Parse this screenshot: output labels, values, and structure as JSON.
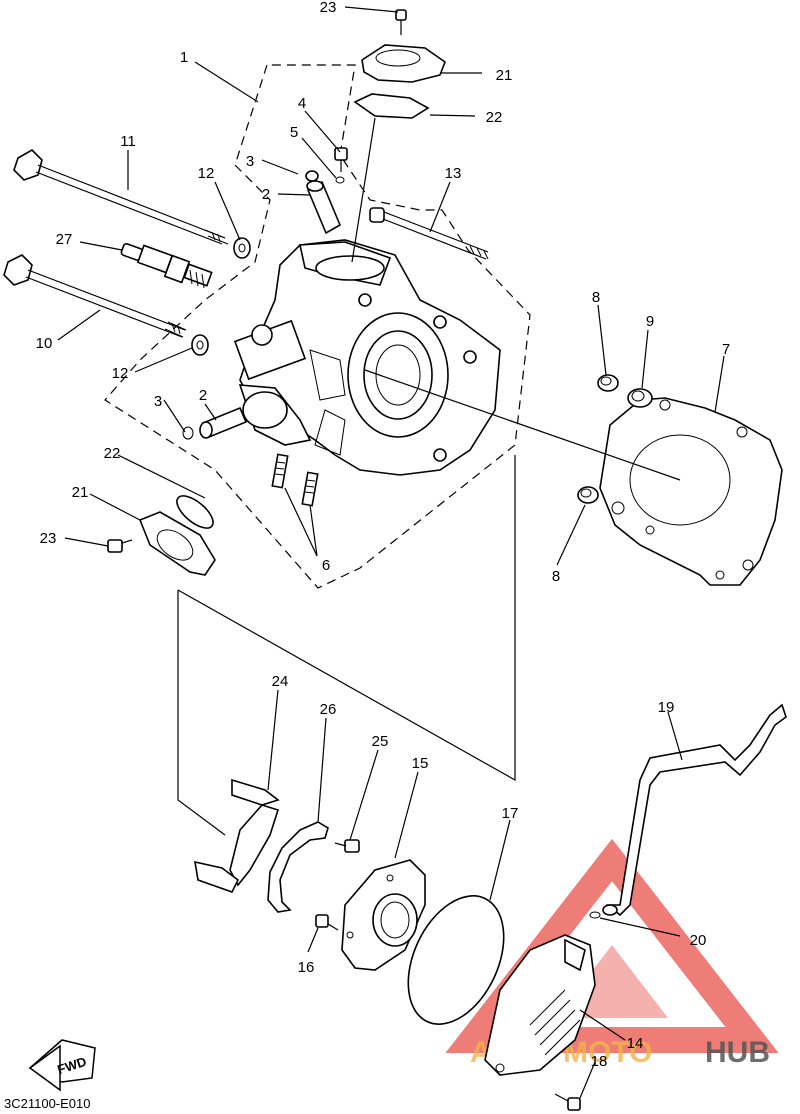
{
  "diagram_code": "3C21100-E010",
  "fwd_label": "FWD",
  "watermark": {
    "auto": "AUTO",
    "moto": "MOTO",
    "hub": "HUB"
  },
  "colors": {
    "watermark_red": "#e8524a",
    "watermark_gray": "#555555",
    "watermark_gold": "#f3b24a"
  },
  "callouts": {
    "c1": "1",
    "c2a": "2",
    "c2b": "2",
    "c3a": "3",
    "c3b": "3",
    "c4": "4",
    "c5": "5",
    "c6": "6",
    "c7": "7",
    "c8a": "8",
    "c8b": "8",
    "c9": "9",
    "c10": "10",
    "c11": "11",
    "c12a": "12",
    "c12b": "12",
    "c13": "13",
    "c14": "14",
    "c15": "15",
    "c16": "16",
    "c17": "17",
    "c18": "18",
    "c19": "19",
    "c20": "20",
    "c21a": "21",
    "c21b": "21",
    "c22a": "22",
    "c22b": "22",
    "c23a": "23",
    "c23b": "23",
    "c24": "24",
    "c25": "25",
    "c26": "26",
    "c27": "27"
  }
}
